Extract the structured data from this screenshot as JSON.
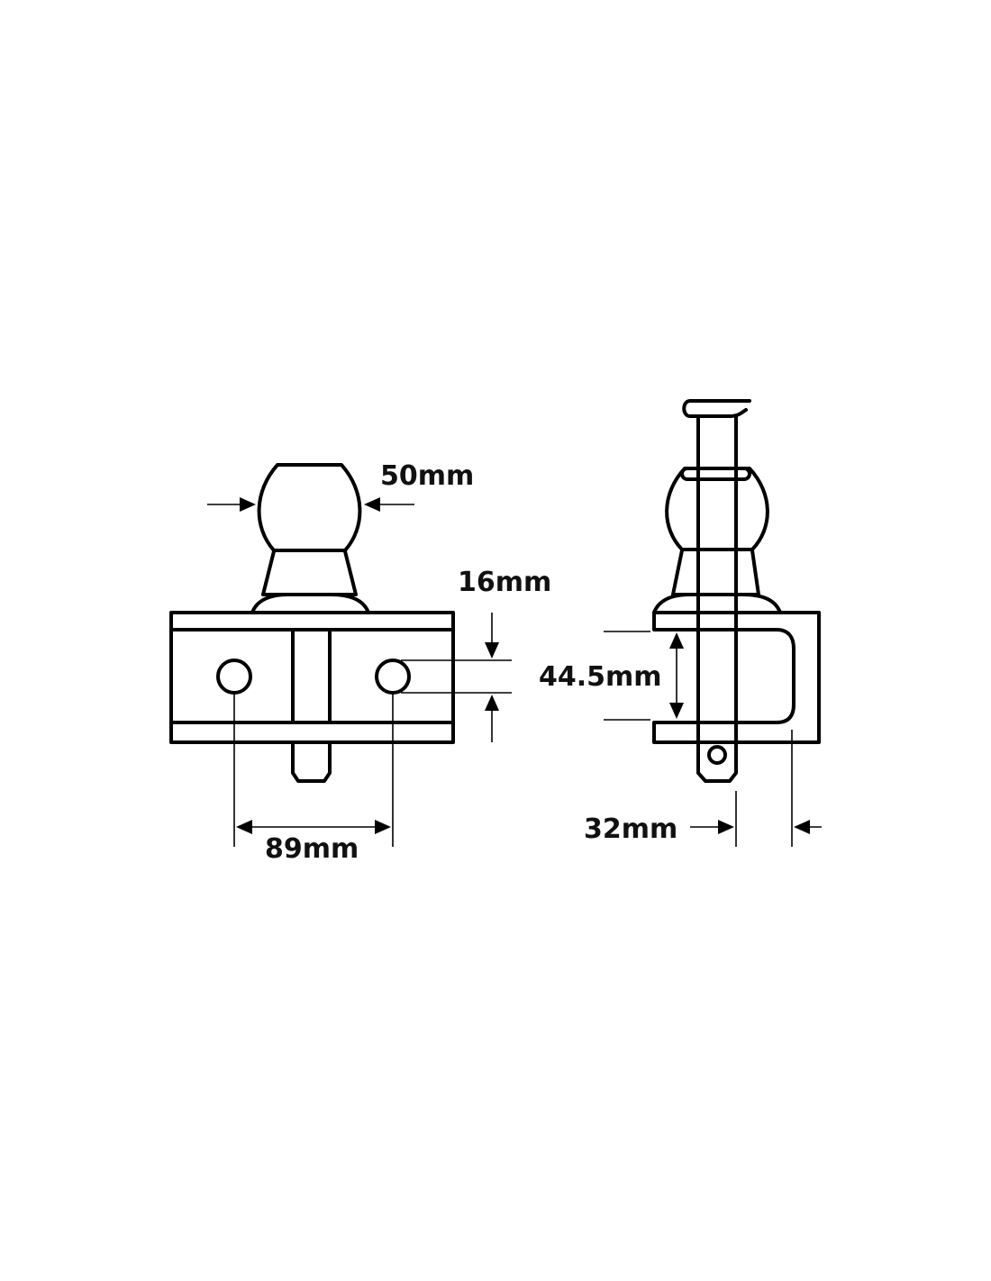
{
  "dimensions": {
    "ball_diameter": "50mm",
    "pin_diameter": "16mm",
    "jaw_gap": "44.5mm",
    "hole_spacing": "89mm",
    "plate_thickness": "32mm"
  },
  "colors": {
    "line": "#000000",
    "background": "#ffffff"
  }
}
